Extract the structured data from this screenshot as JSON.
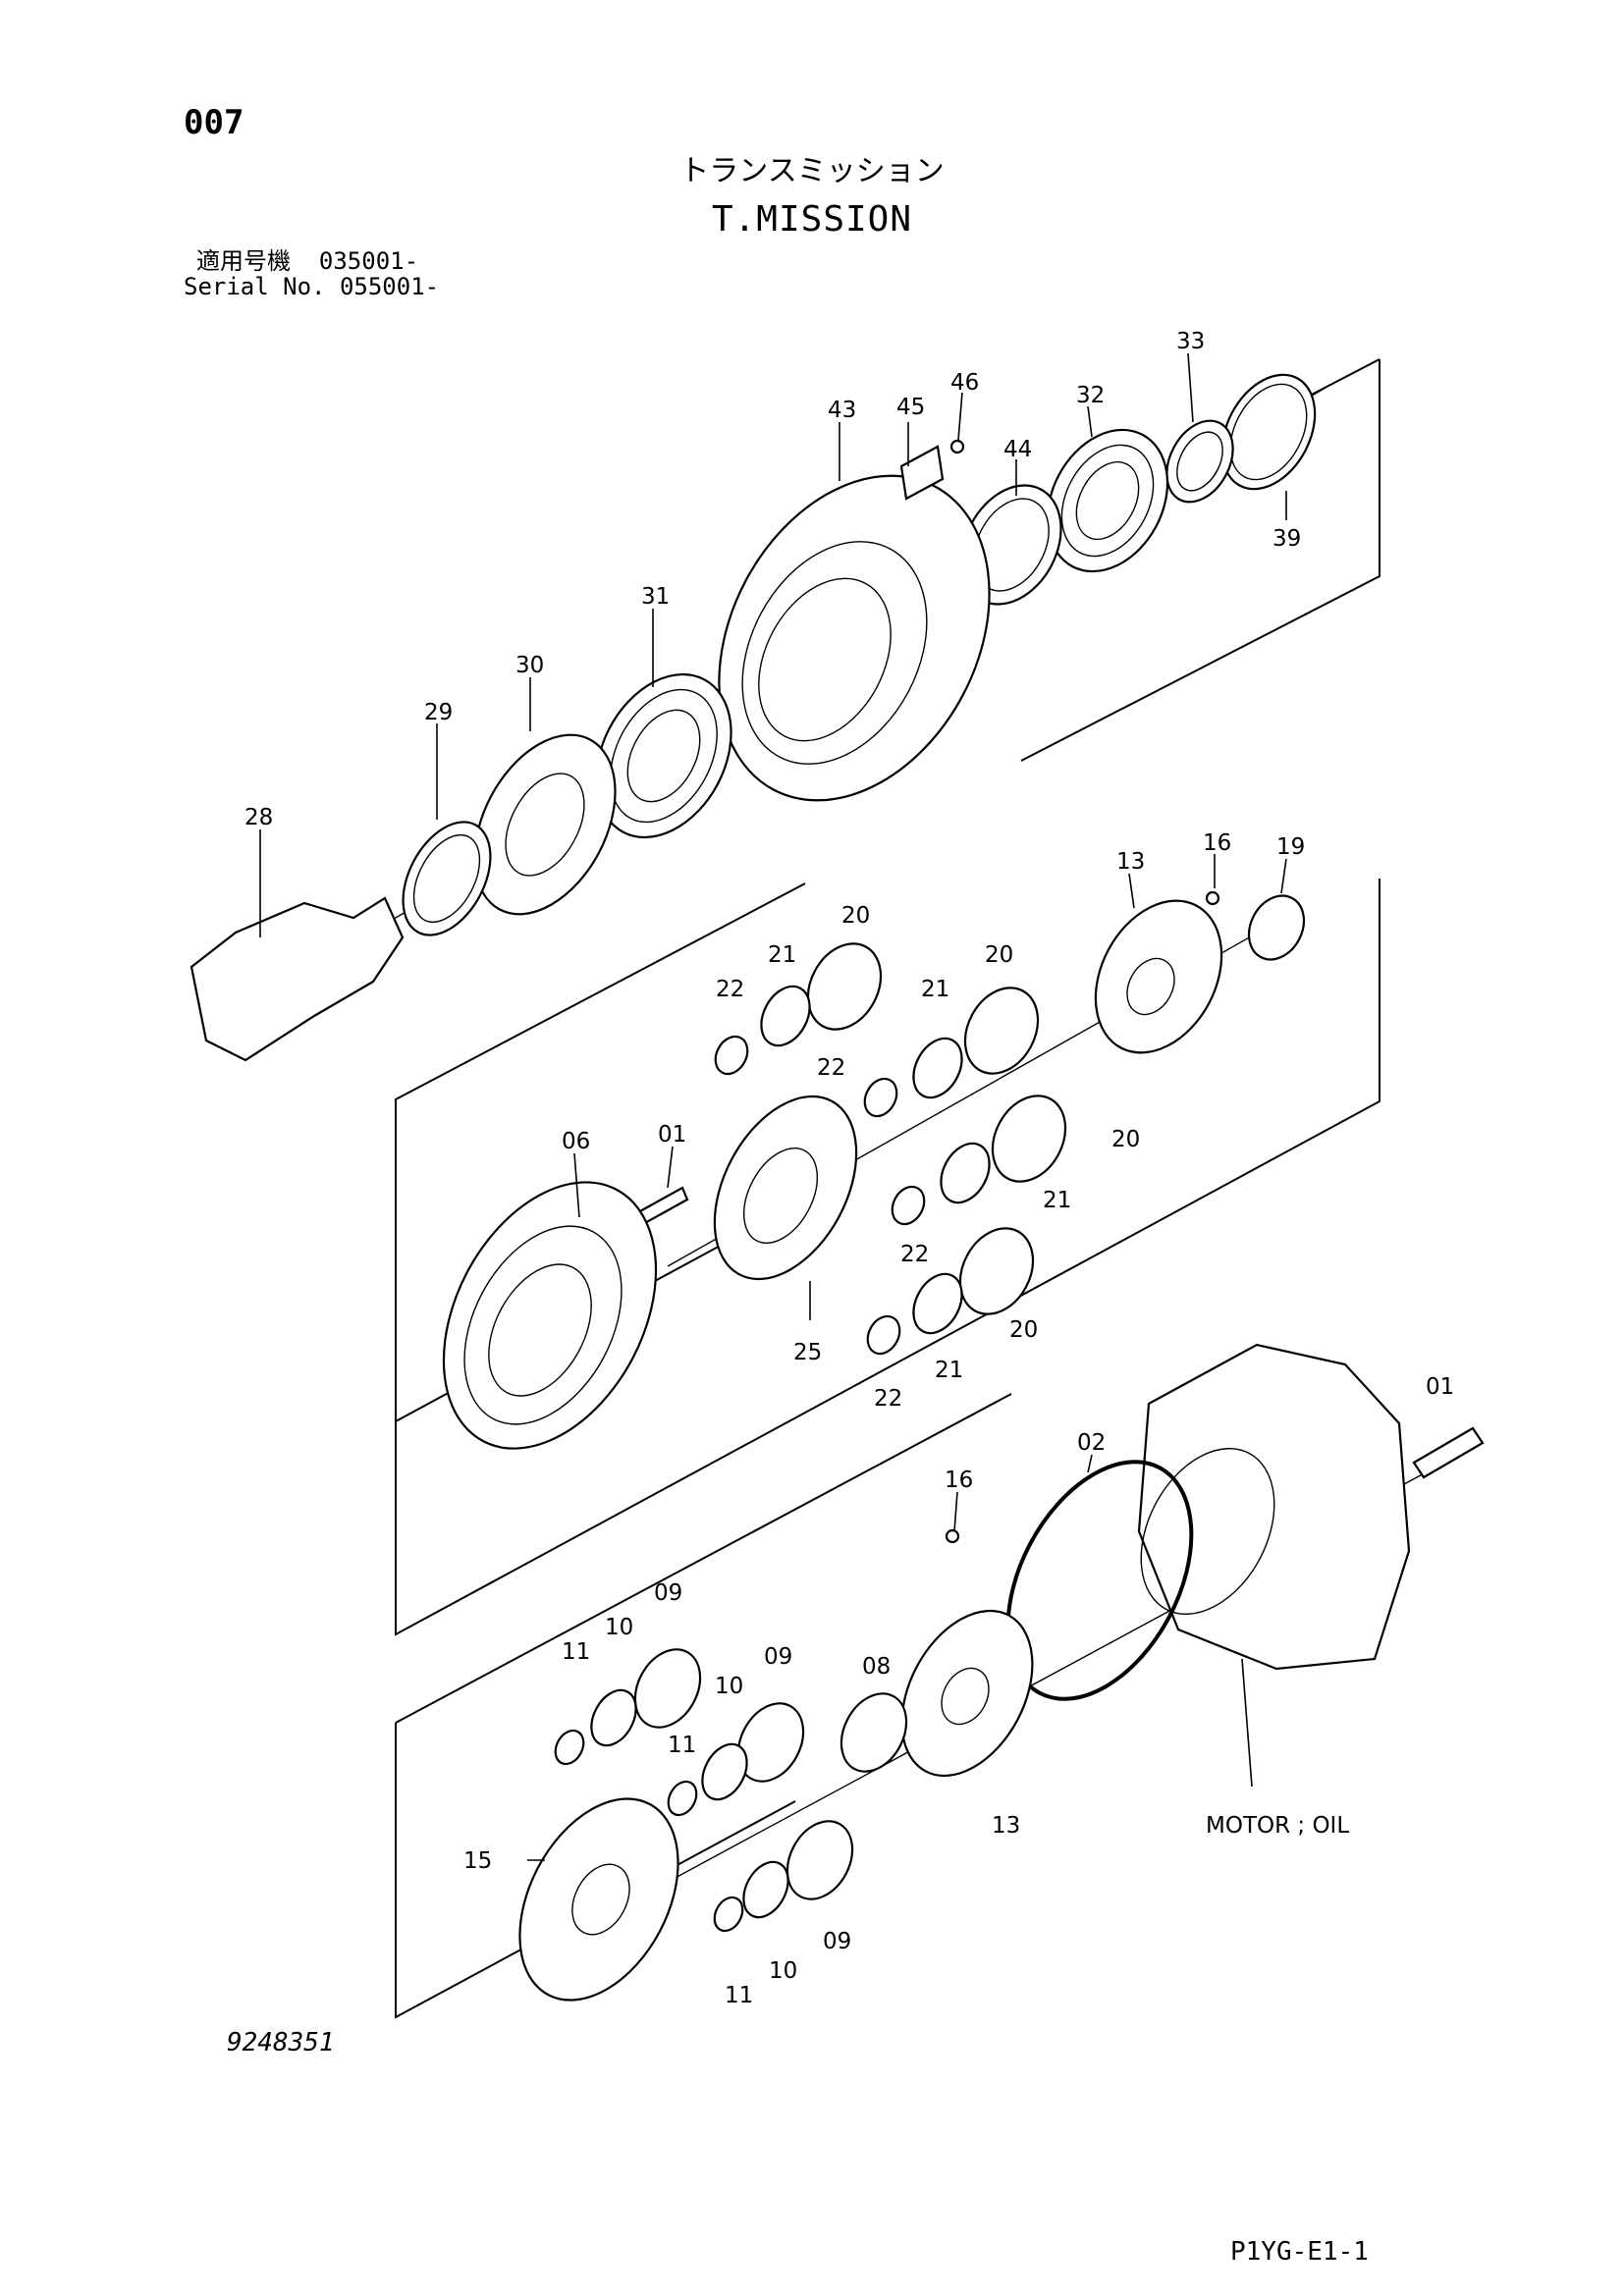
{
  "header": {
    "page_no": "007",
    "title_jp": "トランスミッション",
    "title_en": "T.MISSION",
    "serial_line_1": "適用号機  035001-",
    "serial_line_2": "Serial No. 055001-"
  },
  "footer": {
    "drawing_no": "9248351",
    "page_ref": "P1YG-E1-1"
  },
  "motor_label": "MOTOR ; OIL",
  "callouts": {
    "c43": "43",
    "c45": "45",
    "c46": "46",
    "c44": "44",
    "c32": "32",
    "c33": "33",
    "c39": "39",
    "c31": "31",
    "c30": "30",
    "c29": "29",
    "c28": "28",
    "c13a": "13",
    "c16a": "16",
    "c19": "19",
    "c20a": "20",
    "c21a": "21",
    "c22a": "22",
    "c20b": "20",
    "c21b": "21",
    "c22b": "22",
    "c20c": "20",
    "c21c": "21",
    "c22c": "22",
    "c20d": "20",
    "c21d": "21",
    "c22d": "22",
    "c06": "06",
    "c01a": "01",
    "c25": "25",
    "c01b": "01",
    "c02": "02",
    "c16b": "16",
    "c13b": "13",
    "c08": "08",
    "c09a": "09",
    "c10a": "10",
    "c11a": "11",
    "c09b": "09",
    "c10b": "10",
    "c11b": "11",
    "c09c": "09",
    "c10c": "10",
    "c11c": "11",
    "c15": "15"
  }
}
